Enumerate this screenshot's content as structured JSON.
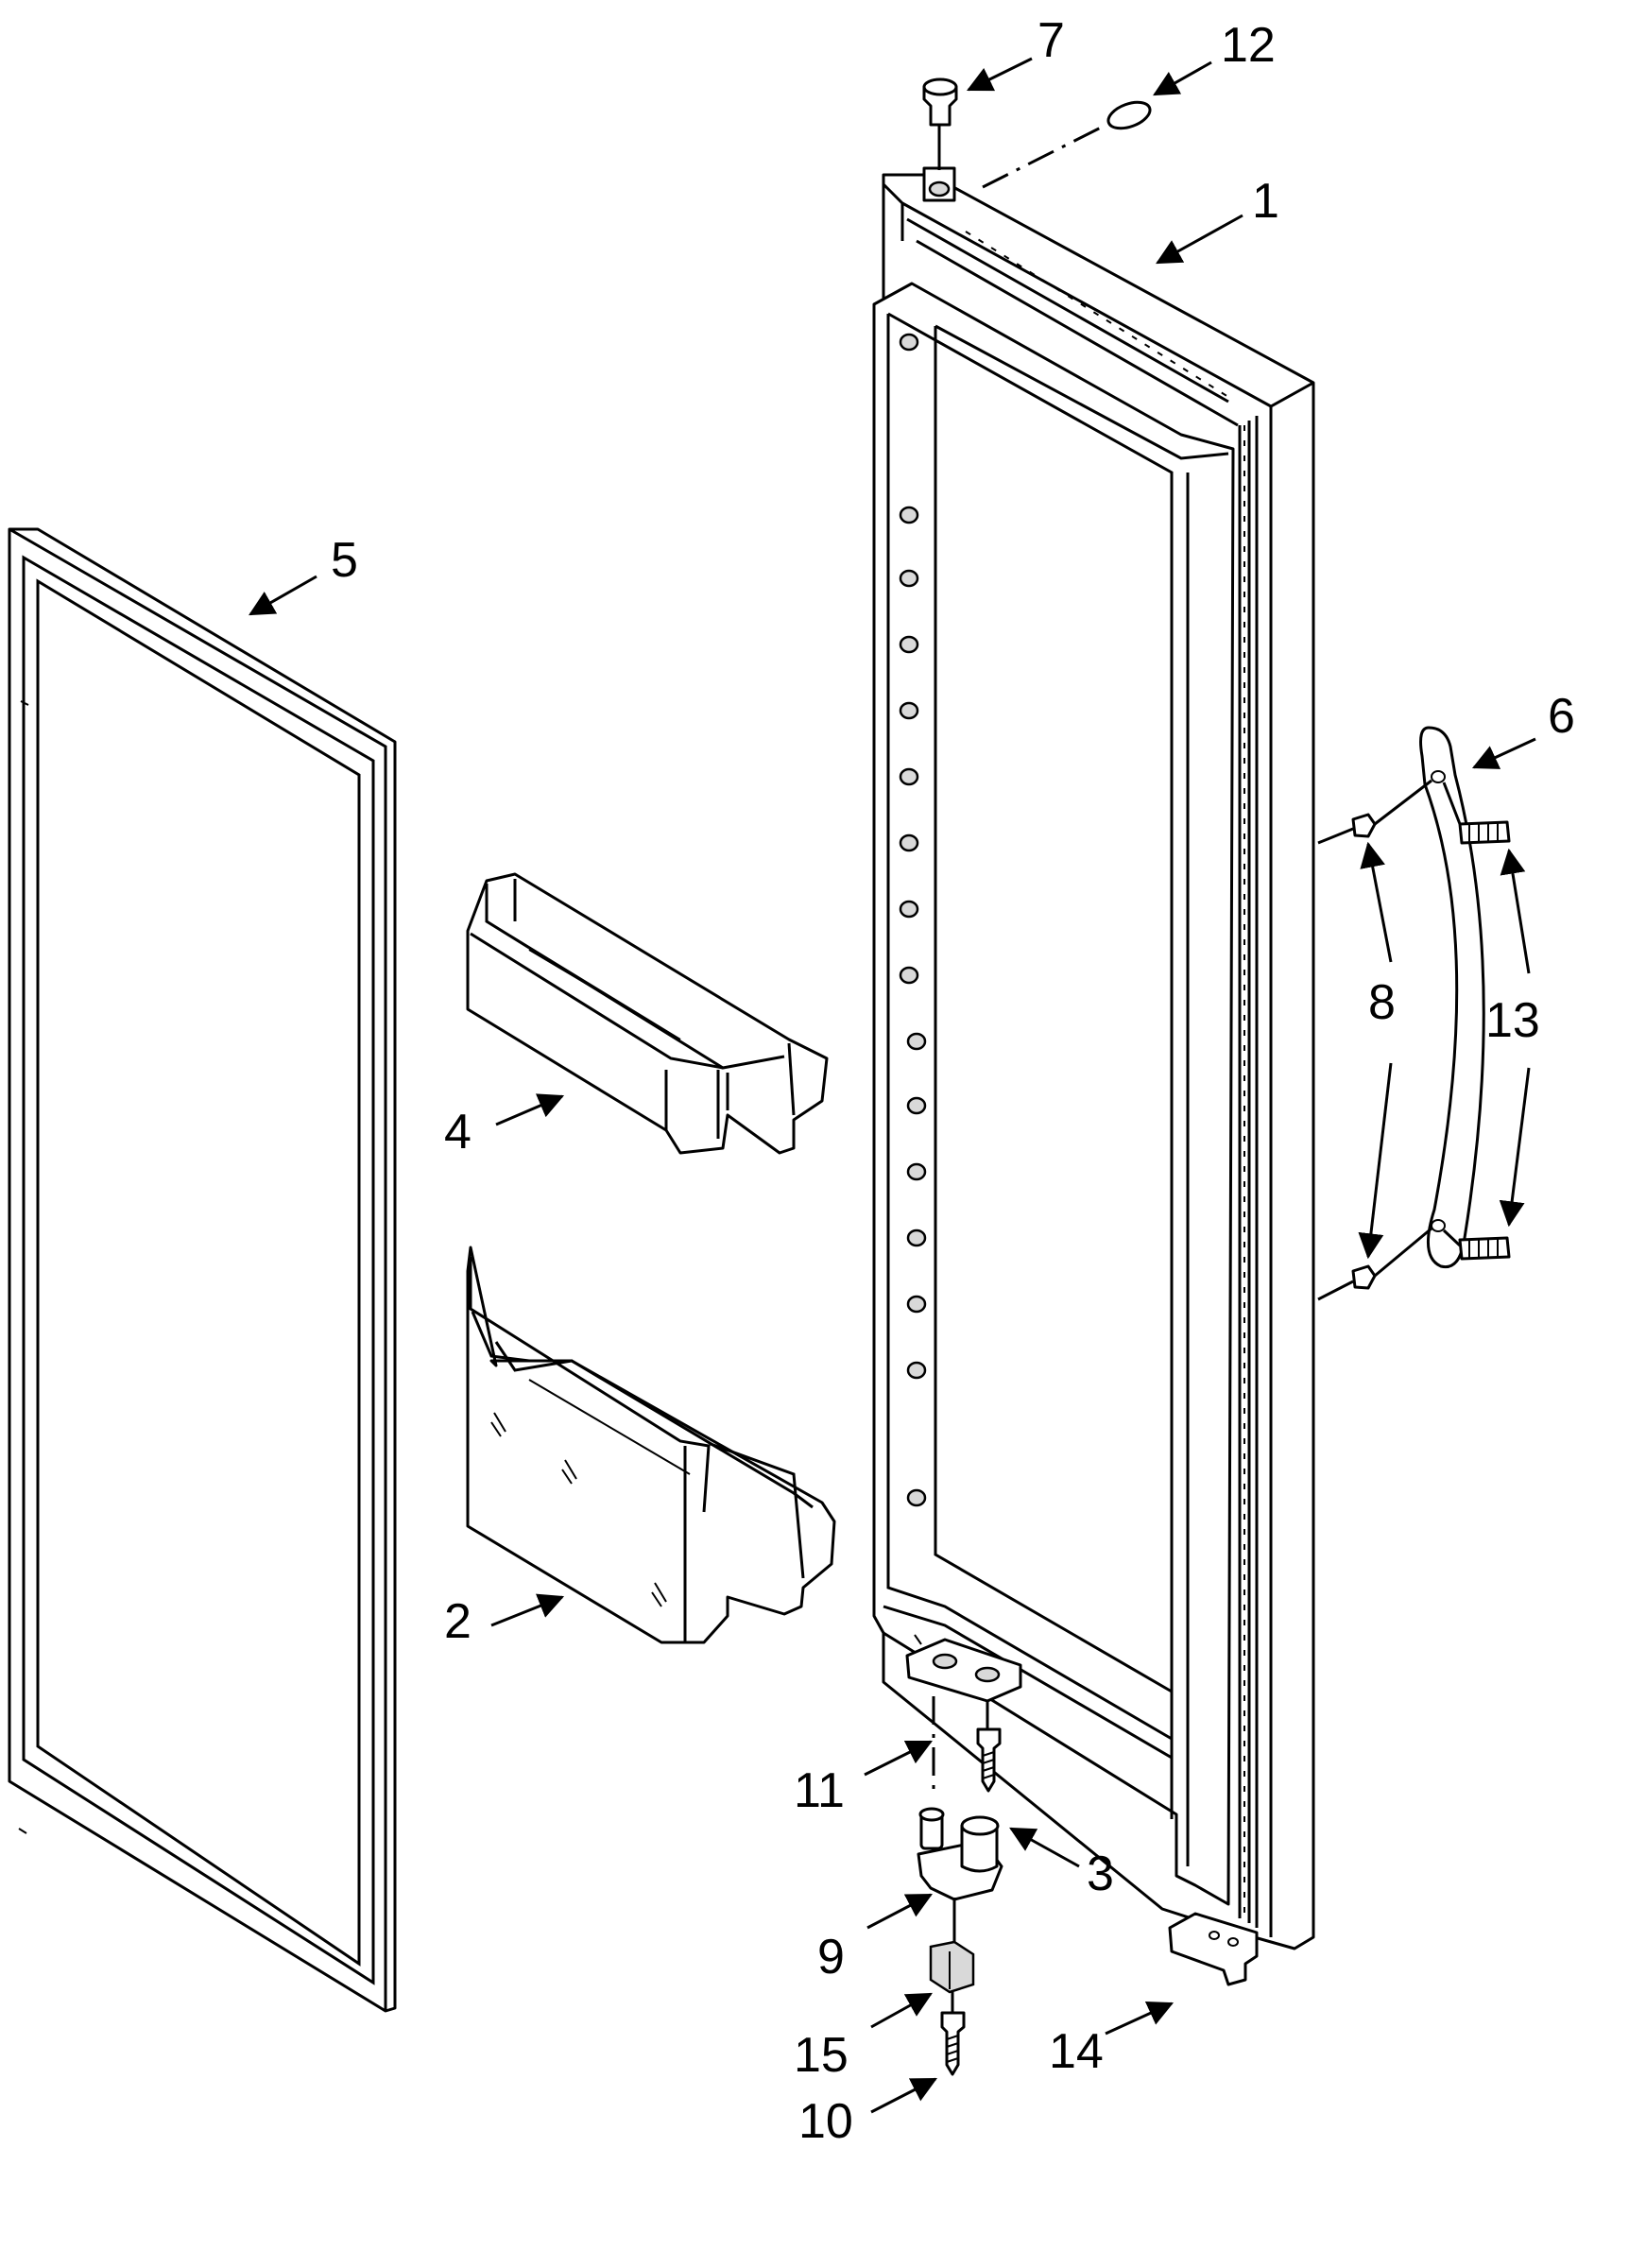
{
  "diagram": {
    "type": "exploded-parts-diagram",
    "callouts": [
      {
        "id": "1",
        "label": "1",
        "part": "door"
      },
      {
        "id": "2",
        "label": "2",
        "part": "lower-door-bin"
      },
      {
        "id": "3",
        "label": "3",
        "part": "hinge-screw"
      },
      {
        "id": "4",
        "label": "4",
        "part": "upper-door-bin"
      },
      {
        "id": "5",
        "label": "5",
        "part": "door-gasket"
      },
      {
        "id": "6",
        "label": "6",
        "part": "door-handle"
      },
      {
        "id": "7",
        "label": "7",
        "part": "top-hinge-bushing"
      },
      {
        "id": "8",
        "label": "8",
        "part": "handle-mounting-stud"
      },
      {
        "id": "9",
        "label": "9",
        "part": "bottom-hinge"
      },
      {
        "id": "10",
        "label": "10",
        "part": "bottom-hinge-screw"
      },
      {
        "id": "11",
        "label": "11",
        "part": "hinge-shim"
      },
      {
        "id": "12",
        "label": "12",
        "part": "hinge-cover-washer"
      },
      {
        "id": "13",
        "label": "13",
        "part": "handle-set-screw"
      },
      {
        "id": "14",
        "label": "14",
        "part": "door-closer-cam"
      },
      {
        "id": "15",
        "label": "15",
        "part": "hinge-spacer"
      }
    ]
  }
}
